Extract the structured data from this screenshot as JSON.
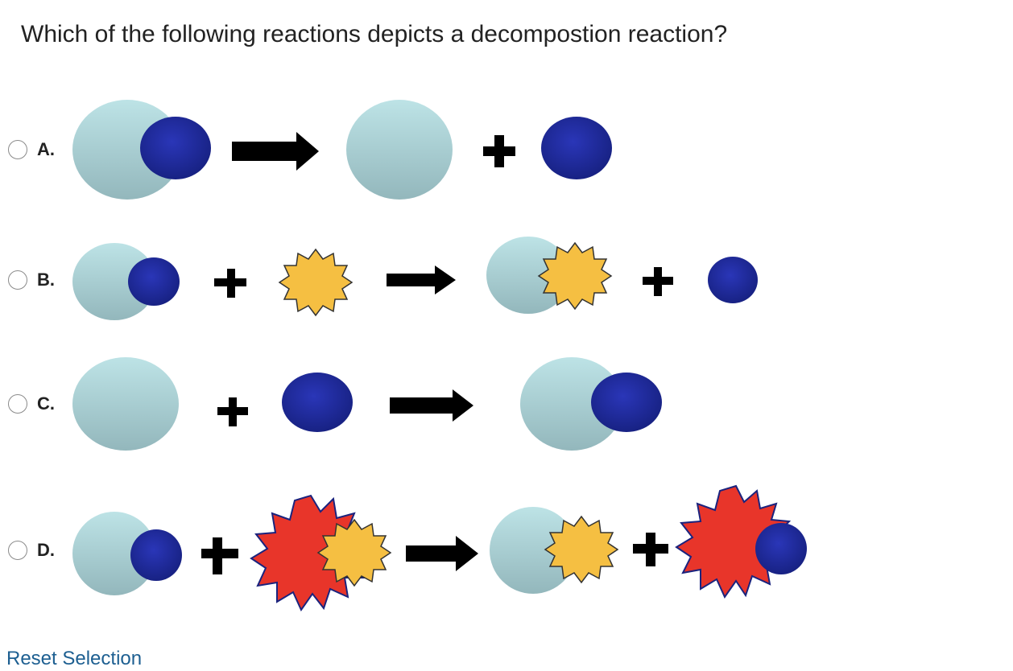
{
  "question": {
    "text": "Which of the following reactions depicts a decompostion reaction?"
  },
  "options": [
    {
      "label": "A.",
      "selected": false
    },
    {
      "label": "B.",
      "selected": false
    },
    {
      "label": "C.",
      "selected": false
    },
    {
      "label": "D.",
      "selected": false
    }
  ],
  "reset": {
    "label": "Reset Selection"
  },
  "colors": {
    "light_atom": "#b4dde2",
    "dark_atom": "#1f2a9c",
    "yellow_star": "#f5bf42",
    "red_star": "#e8352a",
    "link": "#1d5f91"
  }
}
